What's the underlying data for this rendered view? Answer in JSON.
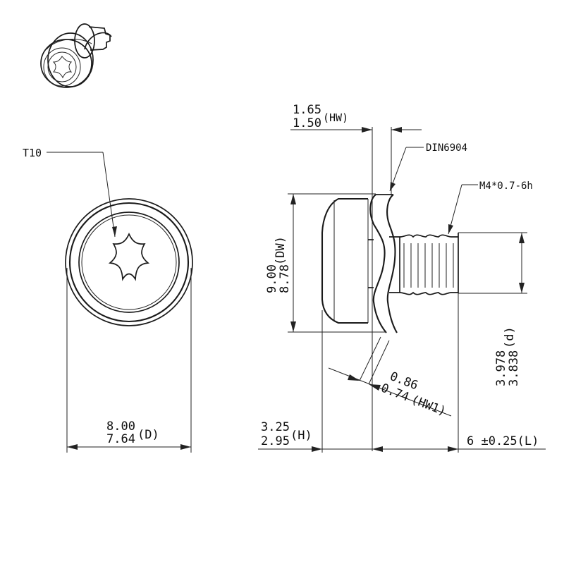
{
  "labels": {
    "drive": "T10",
    "standard": "DIN6904",
    "thread": "M4*0.7-6h"
  },
  "dims": {
    "hw": {
      "max": "1.65",
      "min": "1.50",
      "tag": "(HW)"
    },
    "dw": {
      "max": "9.00",
      "min": "8.78",
      "tag": "(DW)"
    },
    "d": {
      "max": "3.978",
      "min": "3.838",
      "tag": "(d)"
    },
    "hw1": {
      "max": "0.86",
      "min": "0.74",
      "tag": "(HW1)"
    },
    "D": {
      "max": "8.00",
      "min": "7.64",
      "tag": "(D)"
    },
    "H": {
      "max": "3.25",
      "min": "2.95",
      "tag": "(H)"
    },
    "L": {
      "text": "6 ±0.25(L)"
    }
  },
  "colors": {
    "line": "#1a1a1a",
    "background": "#ffffff"
  }
}
